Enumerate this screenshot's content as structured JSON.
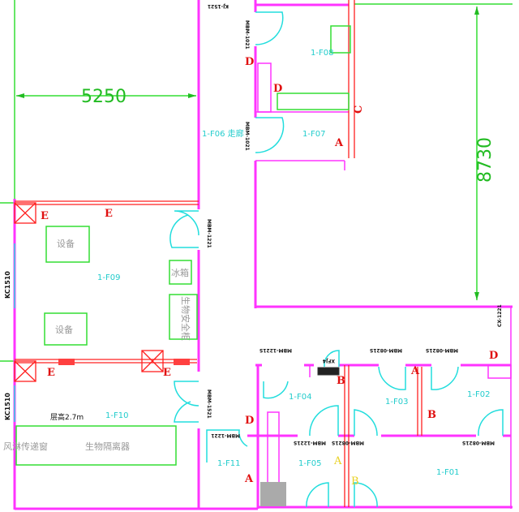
{
  "dimensions": {
    "width_top": "5250",
    "height_right": "8730"
  },
  "rooms": {
    "f01": "1-F01",
    "f02": "1-F02",
    "f03": "1-F03",
    "f04": "1-F04",
    "f05": "1-F05",
    "f06": "1-F06 走廊",
    "f07": "1-F07",
    "f08": "1-F08",
    "f09": "1-F09",
    "f10": "1-F10",
    "f11": "1-F11"
  },
  "equipment": {
    "equip1": "设备",
    "equip2": "设备",
    "fridge": "冰箱",
    "bsc": "生物安全柜",
    "airshower": "风淋传递窗",
    "isolator": "生物隔离器",
    "height": "层高2.7m"
  },
  "doors": {
    "d_top": "KJ-1521",
    "d_f08": "MBM-1021",
    "d_f07": "MBM-1021",
    "d_f09": "MBM-1221",
    "d_f10": "MBM-1521",
    "d_f11": "MBM-1221",
    "d_f04": "MBM-1221S",
    "d_f03": "MBM-0821S",
    "d_f02": "MBM-0821S",
    "d_f05": "MBM-1221S",
    "d_f01a": "MBM-0821S",
    "d_f01b": "MBM-0821S",
    "cx": "CX-1221",
    "xfj": "XFJ4",
    "win1": "KC1510",
    "win2": "KC1510"
  },
  "markers": {
    "a": "A",
    "b": "B",
    "c": "C",
    "d": "D",
    "e": "E"
  },
  "colors": {
    "wall": "#ff33ff",
    "duct": "#ff2020",
    "equipment": "#33dd33",
    "door": "#22dddd"
  }
}
